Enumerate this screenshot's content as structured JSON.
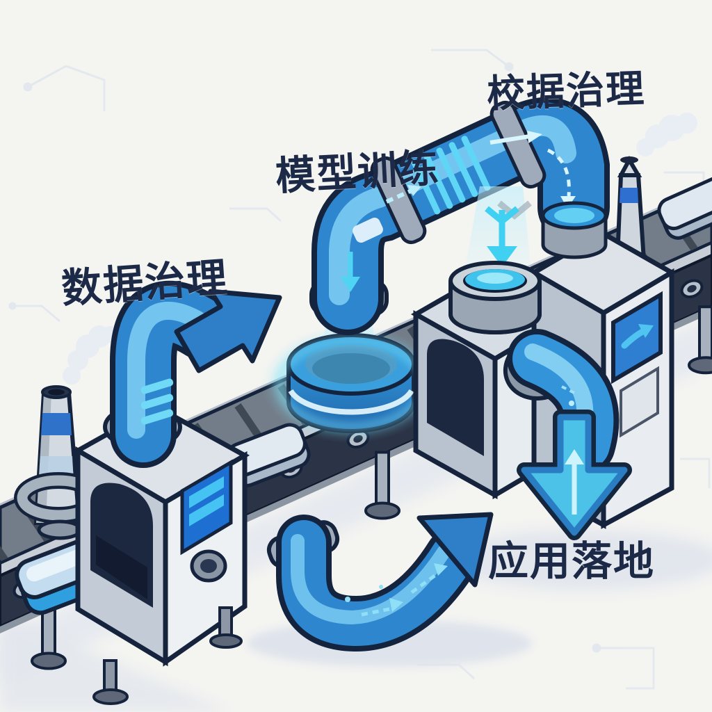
{
  "illustration": {
    "description": "isometric cartoon factory conveyor pipeline",
    "background_color": "#f4f4f1",
    "text_color": "#1d2a47",
    "pipe_blue": "#2e86cf",
    "pipe_highlight": "#7fd0f4",
    "arrow_blue": "#2e7fc7",
    "arrow_cyan": "#4cc2e8",
    "machine_gray": "#dde3e8",
    "belt_dark": "#2b3447",
    "stages": [
      {
        "id": "data-governance",
        "label": "数据治理"
      },
      {
        "id": "model-training",
        "label": "模型训练"
      },
      {
        "id": "data-governance-top",
        "label": "校据治理"
      },
      {
        "id": "application-landing",
        "label": "应用落地"
      }
    ]
  }
}
